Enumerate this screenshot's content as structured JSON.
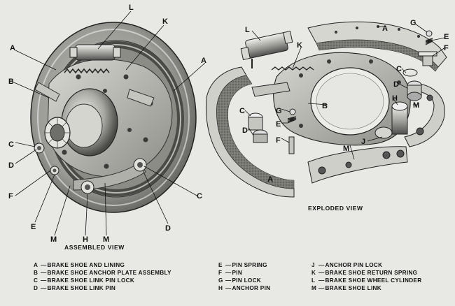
{
  "captions": {
    "assembled": "ASSEMBLED VIEW",
    "exploded": "EXPLODED VIEW"
  },
  "callouts": {
    "assembled": [
      "L",
      "K",
      "A",
      "A",
      "B",
      "C",
      "D",
      "F",
      "E",
      "M",
      "H",
      "M",
      "D",
      "C"
    ],
    "exploded": [
      "L",
      "K",
      "A",
      "G",
      "E",
      "F",
      "C",
      "D",
      "B",
      "C",
      "G",
      "E",
      "D",
      "F",
      "H",
      "M",
      "J",
      "M",
      "A"
    ]
  },
  "legend": {
    "col1": [
      {
        "key": "A",
        "text": "BRAKE SHOE AND LINING"
      },
      {
        "key": "B",
        "text": "BRAKE SHOE ANCHOR PLATE ASSEMBLY"
      },
      {
        "key": "C",
        "text": "BRAKE SHOE LINK PIN LOCK"
      },
      {
        "key": "D",
        "text": "BRAKE SHOE LINK PIN"
      }
    ],
    "col2": [
      {
        "key": "E",
        "text": "PIN SPRING"
      },
      {
        "key": "F",
        "text": "PIN"
      },
      {
        "key": "G",
        "text": "PIN LOCK"
      },
      {
        "key": "H",
        "text": "ANCHOR PIN"
      }
    ],
    "col3": [
      {
        "key": "J",
        "text": "ANCHOR PIN LOCK"
      },
      {
        "key": "K",
        "text": "BRAKE SHOE RETURN SPRING"
      },
      {
        "key": "L",
        "text": "BRAKE SHOE WHEEL CYLINDER"
      },
      {
        "key": "M",
        "text": "BRAKE SHOE LINK"
      }
    ]
  },
  "colors": {
    "background": "#e8e8e4",
    "metal_dark": "#3a3a3a",
    "metal_mid": "#8a8a86",
    "metal_light": "#c9c9c4",
    "lining": "#6f6f6a"
  }
}
